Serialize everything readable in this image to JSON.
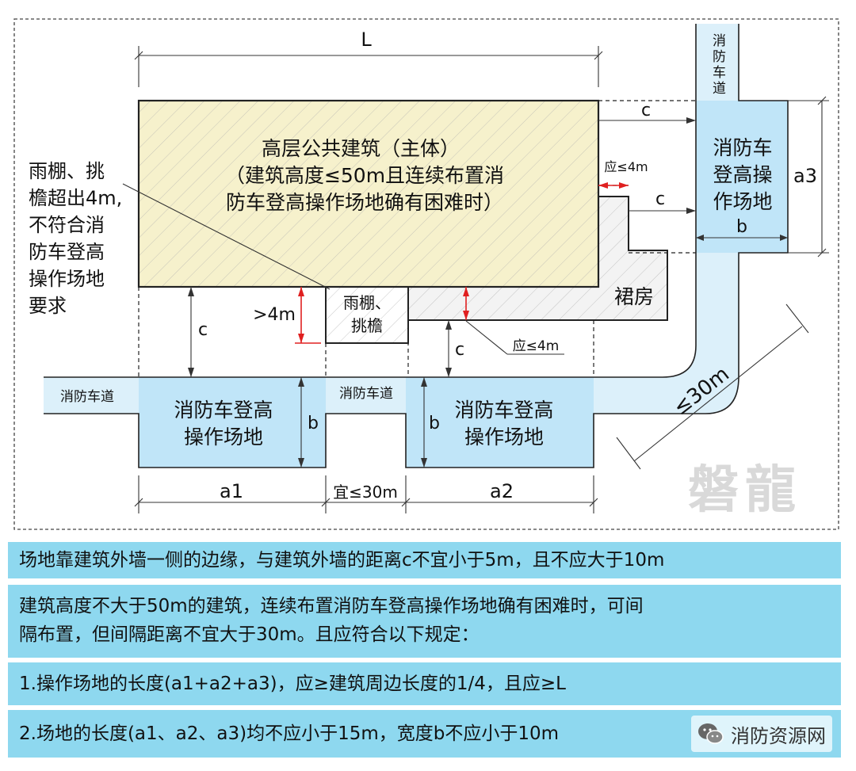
{
  "diagram": {
    "dim_L": "L",
    "main_building_line1": "高层公共建筑（主体）",
    "main_building_line2": "（建筑高度≤50m且连续布置消",
    "main_building_line3": "防车登高操作场地确有困难时）",
    "podium_label": "裙房",
    "canopy_label_line1": "雨棚、",
    "canopy_label_line2": "挑檐",
    "left_note_lines": [
      "雨棚、挑",
      "檐超出4m,",
      "不符合消",
      "防车登高",
      "操作场地",
      "要求"
    ],
    "fire_road_vertical": "消防车道",
    "fire_road_left": "消防车道",
    "fire_road_mid": "消防车道",
    "platform_right_lines": [
      "消防车",
      "登高操",
      "作场地"
    ],
    "platform_bottom_lines": [
      "消防车登高",
      "操作场地"
    ],
    "dim_c": "c",
    "dim_b": "b",
    "dim_a1": "a1",
    "dim_a2": "a2",
    "dim_a3": "a3",
    "dim_gap": "宜≤30m",
    "dim_le4_a": "应≤4m",
    "dim_le4_b": "应≤4m",
    "dim_gt4": ">4m",
    "dim_le30": "≤30m",
    "watermark": "磐龍"
  },
  "notes": {
    "n1": "场地靠建筑外墙一侧的边缘，与建筑外墙的距离c不宜小于5m，且不应大于10m",
    "n2_line1": "建筑高度不大于50m的建筑，连续布置消防车登高操作场地确有困难时，可间",
    "n2_line2": "隔布置，但间隔距离不宜大于30m。且应符合以下规定：",
    "n3": "1.操作场地的长度(a1+a2+a3)，应≥建筑周边长度的1/4，且应≥L",
    "n4": "2.场地的长度(a1、a2、a3)均不应小于15m，宽度b不应小于10m"
  },
  "source_watermark": {
    "text": "消防资源网",
    "icon": "wechat-icon"
  },
  "colors": {
    "building_fill": "#f6f1cc",
    "podium_fill": "#efefef",
    "platform_fill": "#c0e5f8",
    "road_fill": "#dcf0fa",
    "note_bg": "#8ed8ef",
    "dimension_red": "#e02020"
  }
}
